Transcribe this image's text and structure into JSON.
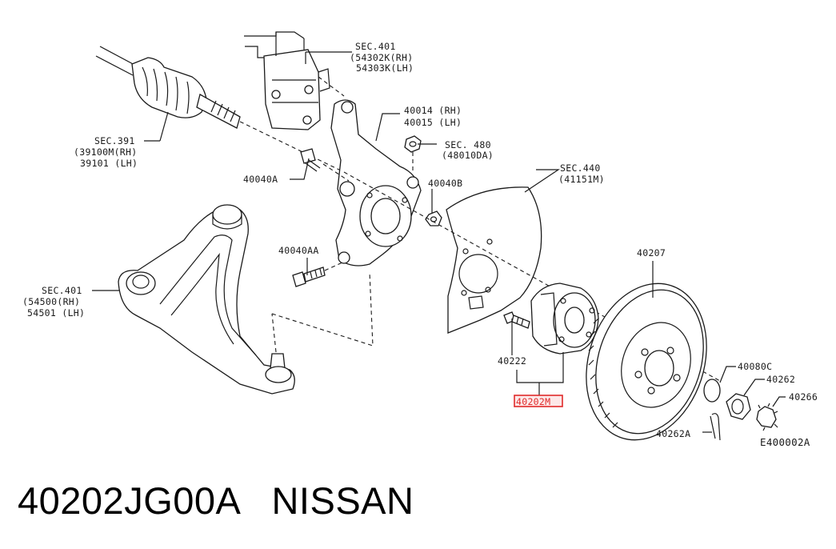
{
  "labels": {
    "sec401_top": "SEC.401",
    "sec401_top_rh": "(54302K(RH)",
    "sec401_top_lh": "54303K(LH)",
    "sec391": "SEC.391",
    "sec391_rh": "(39100M(RH)",
    "sec391_lh": "39101 (LH)",
    "knuckle_rh": "40014 (RH)",
    "knuckle_lh": "40015 (LH)",
    "sec480": "SEC. 480",
    "sec480_sub": "(48010DA)",
    "p40040A": "40040A",
    "p40040B": "40040B",
    "sec440": "SEC.440",
    "sec440_sub": "(41151M)",
    "p40040AA": "40040AA",
    "sec401_arm": "SEC.401",
    "sec401_arm_rh": "(54500(RH)",
    "sec401_arm_lh": "54501 (LH)",
    "p40207": "40207",
    "p40222": "40222",
    "p40202M": "40202M",
    "p40080C": "40080C",
    "p40262": "40262",
    "p40266": "40266",
    "p40262A": "40262A",
    "ref_code": "E400002A"
  },
  "caption": {
    "part_number": "40202JG00A",
    "brand": "NISSAN"
  },
  "colors": {
    "line": "#1a1a1a",
    "highlight_border": "#e02b2b",
    "highlight_fill": "#fde8e8"
  }
}
